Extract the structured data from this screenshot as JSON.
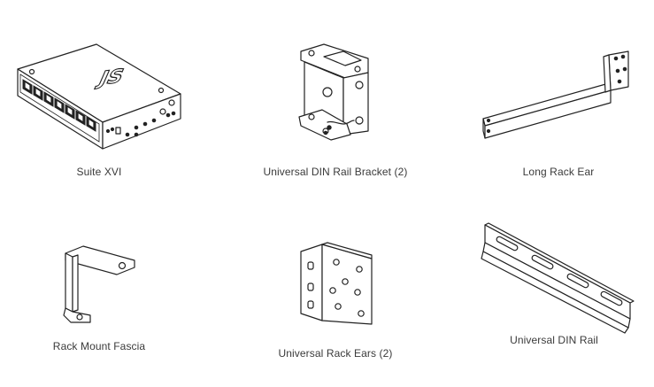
{
  "items": [
    {
      "name": "suite-xvi",
      "caption": "Suite XVI"
    },
    {
      "name": "universal-din-rail-bracket",
      "caption": "Universal DIN Rail Bracket (2)"
    },
    {
      "name": "long-rack-ear",
      "caption": "Long Rack Ear"
    },
    {
      "name": "rack-mount-fascia",
      "caption": "Rack Mount Fascia"
    },
    {
      "name": "universal-rack-ears",
      "caption": "Universal Rack Ears (2)"
    },
    {
      "name": "universal-din-rail",
      "caption": "Universal DIN Rail"
    }
  ],
  "device_logo_text": "JS",
  "colors": {
    "background": "#ffffff",
    "linework": "#222222",
    "caption": "#3a3a3a"
  }
}
